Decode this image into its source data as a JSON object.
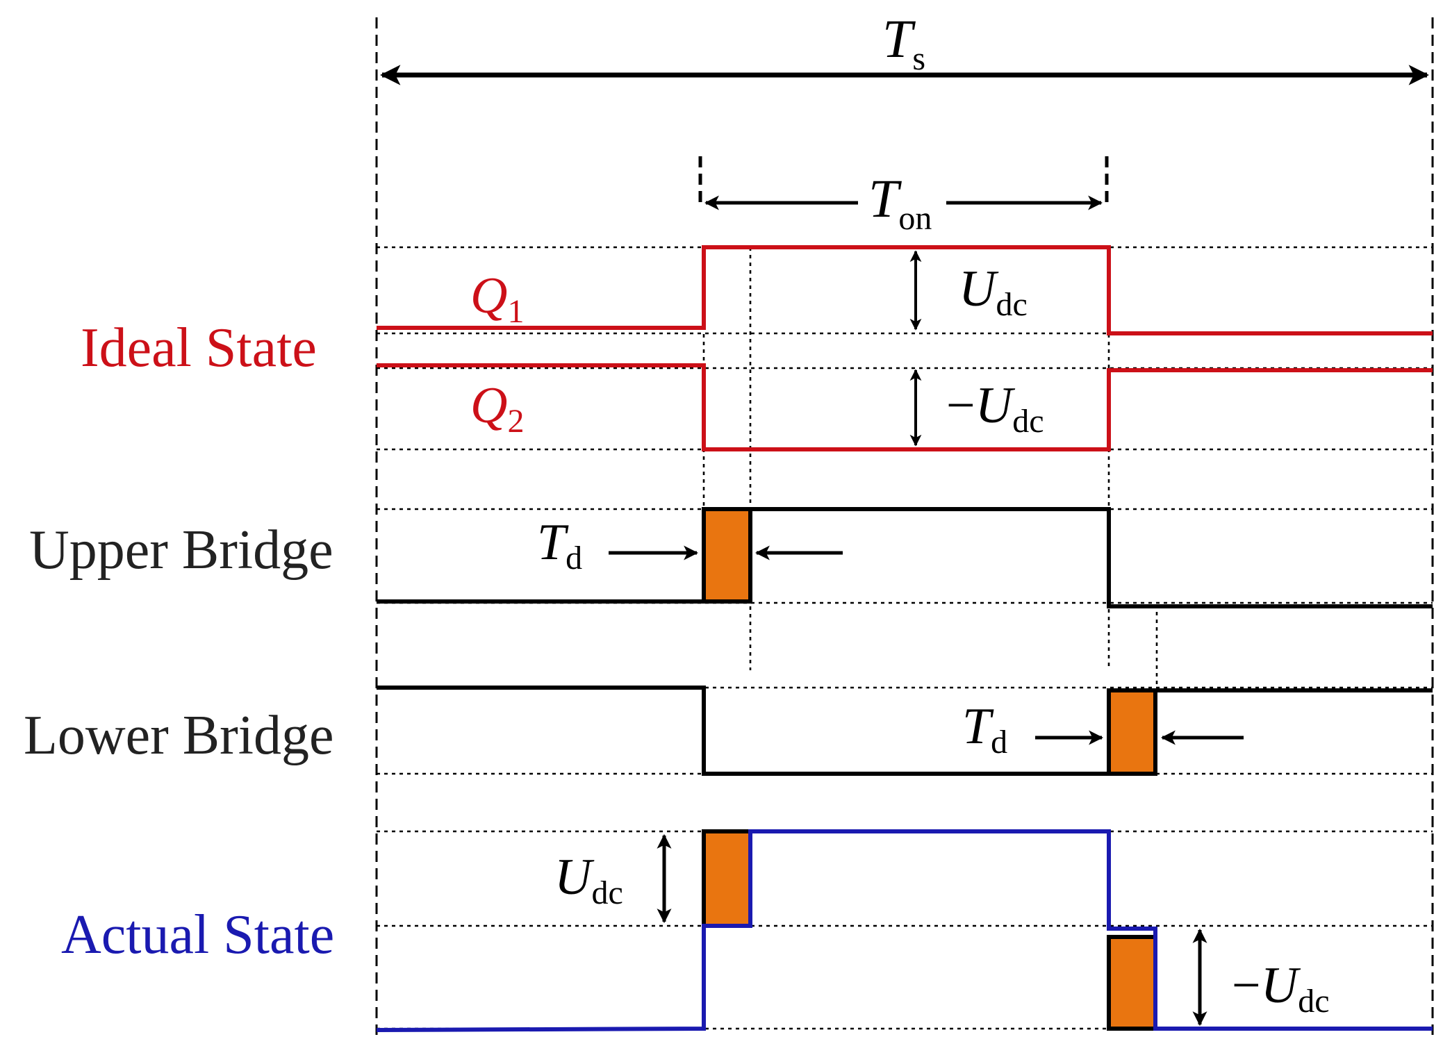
{
  "labels": {
    "ideal_state": "Ideal State",
    "upper_bridge": "Upper Bridge",
    "lower_bridge": "Lower Bridge",
    "actual_state": "Actual State"
  },
  "symbols": {
    "ts": {
      "base": "T",
      "sub": "s"
    },
    "ton": {
      "base": "T",
      "sub": "on"
    },
    "q1": {
      "base": "Q",
      "sub": "1"
    },
    "q2": {
      "base": "Q",
      "sub": "2"
    },
    "udc_q1": {
      "base": "U",
      "sub": "dc"
    },
    "neg_udc_q2": {
      "prefix": "−",
      "base": "U",
      "sub": "dc"
    },
    "td_upper": {
      "base": "T",
      "sub": "d"
    },
    "td_lower": {
      "base": "T",
      "sub": "d"
    },
    "udc_actual": {
      "base": "U",
      "sub": "dc"
    },
    "neg_udc_actual": {
      "prefix": "−",
      "base": "U",
      "sub": "dc"
    }
  },
  "colors": {
    "ideal": "#cc1018",
    "bridge": "#000000",
    "actual": "#1a1ab0",
    "dead_time": "#e97510"
  }
}
